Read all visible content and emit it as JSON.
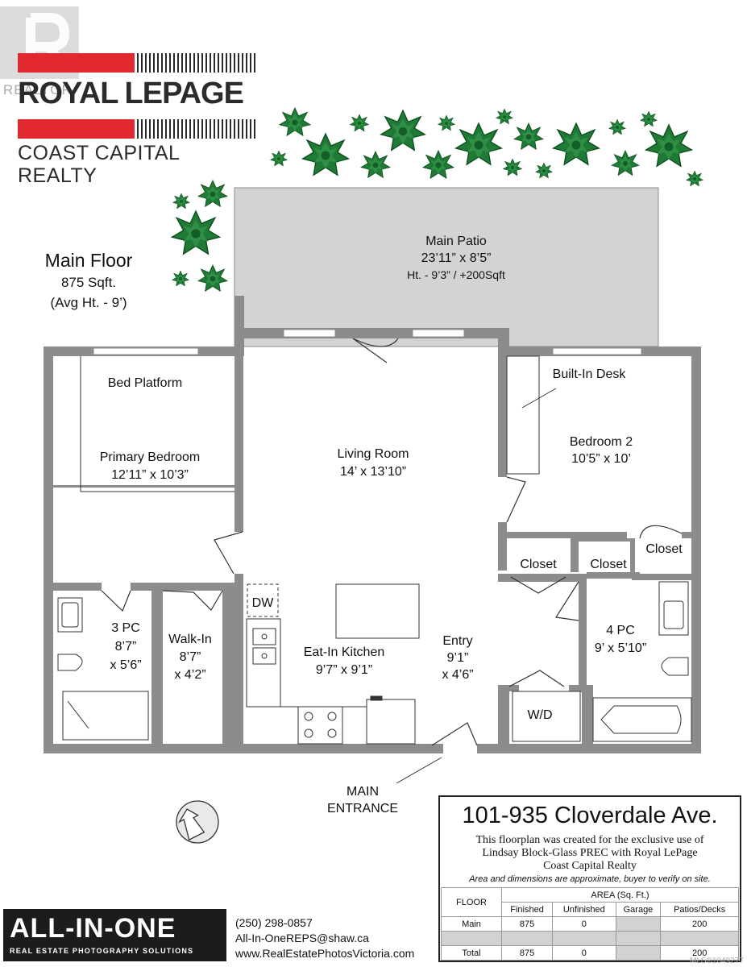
{
  "realtor_watermark": "REALTOR",
  "brand": {
    "name": "ROYAL LEPAGE",
    "name_left": "ROYAL",
    "name_right": "LEPAGE",
    "office": "COAST CAPITAL REALTY",
    "red": "#e1282f",
    "dark": "#2b2b2b"
  },
  "floor": {
    "title": "Main Floor",
    "sqft": "875 Sqft.",
    "avg_height": "(Avg Ht. - 9’)"
  },
  "rooms": {
    "patio": {
      "name": "Main Patio",
      "dims": "23’11” x 8’5”",
      "extra": "Ht. - 9’3” / +200Sqft"
    },
    "bed_platform": "Bed Platform",
    "primary": {
      "name": "Primary Bedroom",
      "dims": "12’11” x 10’3”"
    },
    "living": {
      "name": "Living Room",
      "dims": "14’ x 13’10”"
    },
    "built_in_desk": "Built-In Desk",
    "bedroom2": {
      "name": "Bedroom 2",
      "dims": "10’5” x 10’"
    },
    "closet_a": "Closet",
    "closet_b": "Closet",
    "closet_c": "Closet",
    "dw": "DW",
    "bath3": {
      "name": "3 PC",
      "dim1": "8’7”",
      "dim2": "x 5’6”"
    },
    "walkin": {
      "name": "Walk-In",
      "dim1": "8’7”",
      "dim2": "x 4’2”"
    },
    "kitchen": {
      "name": "Eat-In Kitchen",
      "dims": "9’7” x 9’1”"
    },
    "entry": {
      "name": "Entry",
      "dim1": "9’1”",
      "dim2": "x 4’6”"
    },
    "bath4": {
      "name": "4 PC",
      "dims": "9’ x 5’10”"
    },
    "wd": "W/D",
    "main_entrance_1": "MAIN",
    "main_entrance_2": "ENTRANCE"
  },
  "info": {
    "address": "101-935 Cloverdale Ave.",
    "line1": "This floorplan was created for the exclusive use of",
    "line2": "Lindsay Block-Glass PREC with Royal LePage",
    "line3": "Coast Capital Realty",
    "disclaimer": "Area and dimensions are approximate, buyer to verify on site."
  },
  "area_table": {
    "floor_header": "FLOOR",
    "area_header": "AREA (Sq. Ft.)",
    "columns": [
      "Finished",
      "Unfinished",
      "Garage",
      "Patios/Decks"
    ],
    "rows": [
      {
        "floor": "Main",
        "finished": "875",
        "unfinished": "0",
        "garage": "",
        "patios": "200"
      },
      {
        "floor": "",
        "finished": "",
        "unfinished": "",
        "garage": "",
        "patios": ""
      },
      {
        "floor": "Total",
        "finished": "875",
        "unfinished": "0",
        "garage": "",
        "patios": "200"
      }
    ]
  },
  "photographer": {
    "name": "ALL-IN-ONE",
    "tagline": "REAL ESTATE PHOTOGRAPHY SOLUTIONS",
    "phone": "(250) 298-0857",
    "email": "All-In-OneREPS@shaw.ca",
    "website": "www.RealEstatePhotosVictoria.com"
  },
  "mls": "MLS®1049277",
  "colors": {
    "wall": "#8c8c8c",
    "patio": "#d3d3d3",
    "tree": "#1f7a35",
    "tree_dark": "#0f4d1f"
  }
}
